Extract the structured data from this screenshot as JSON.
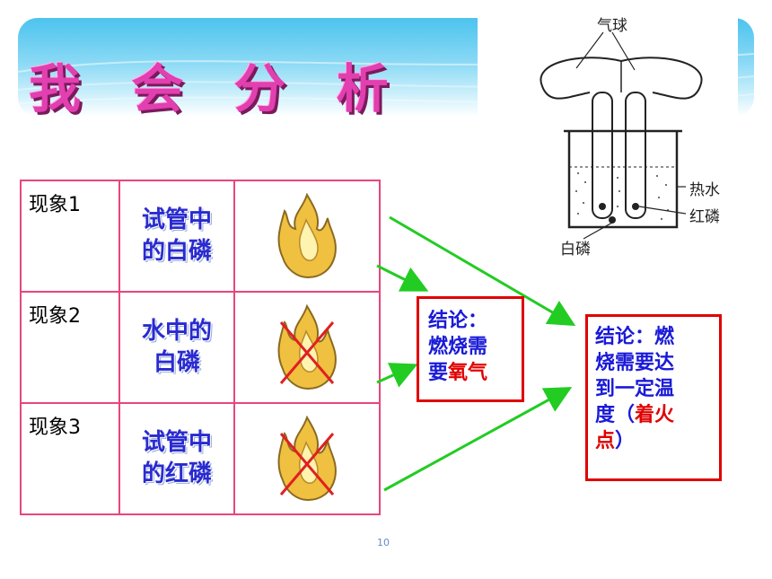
{
  "title": "我 会 分 析",
  "apparatus": {
    "label_balloon": "气球",
    "label_hot_water": "热水",
    "label_red_p": "红磷",
    "label_white_p": "白磷"
  },
  "rows": [
    {
      "label": "现象1",
      "sample_line1": "试管中",
      "sample_line2": "的白磷",
      "burns": true
    },
    {
      "label": "现象2",
      "sample_line1": "水中的",
      "sample_line2": "白磷",
      "burns": false
    },
    {
      "label": "现象3",
      "sample_line1": "试管中",
      "sample_line2": "的红磷",
      "burns": false
    }
  ],
  "conclusion1": {
    "line1": "结论：",
    "line2": "燃烧需",
    "line3_prefix": "要",
    "line3_highlight": "氧气"
  },
  "conclusion2": {
    "line1": "结论：燃",
    "line2": "烧需要达",
    "line3": "到一定温",
    "line4_prefix": "度（",
    "line4_highlight": "着火",
    "line5_highlight": "点",
    "line5_suffix": "）"
  },
  "page_number": "10",
  "colors": {
    "accent_pink": "#e23fb0",
    "table_border": "#e8457e",
    "text_blue": "#2a2ad0",
    "box_red": "#e00000",
    "arrow_green": "#22cc22"
  }
}
